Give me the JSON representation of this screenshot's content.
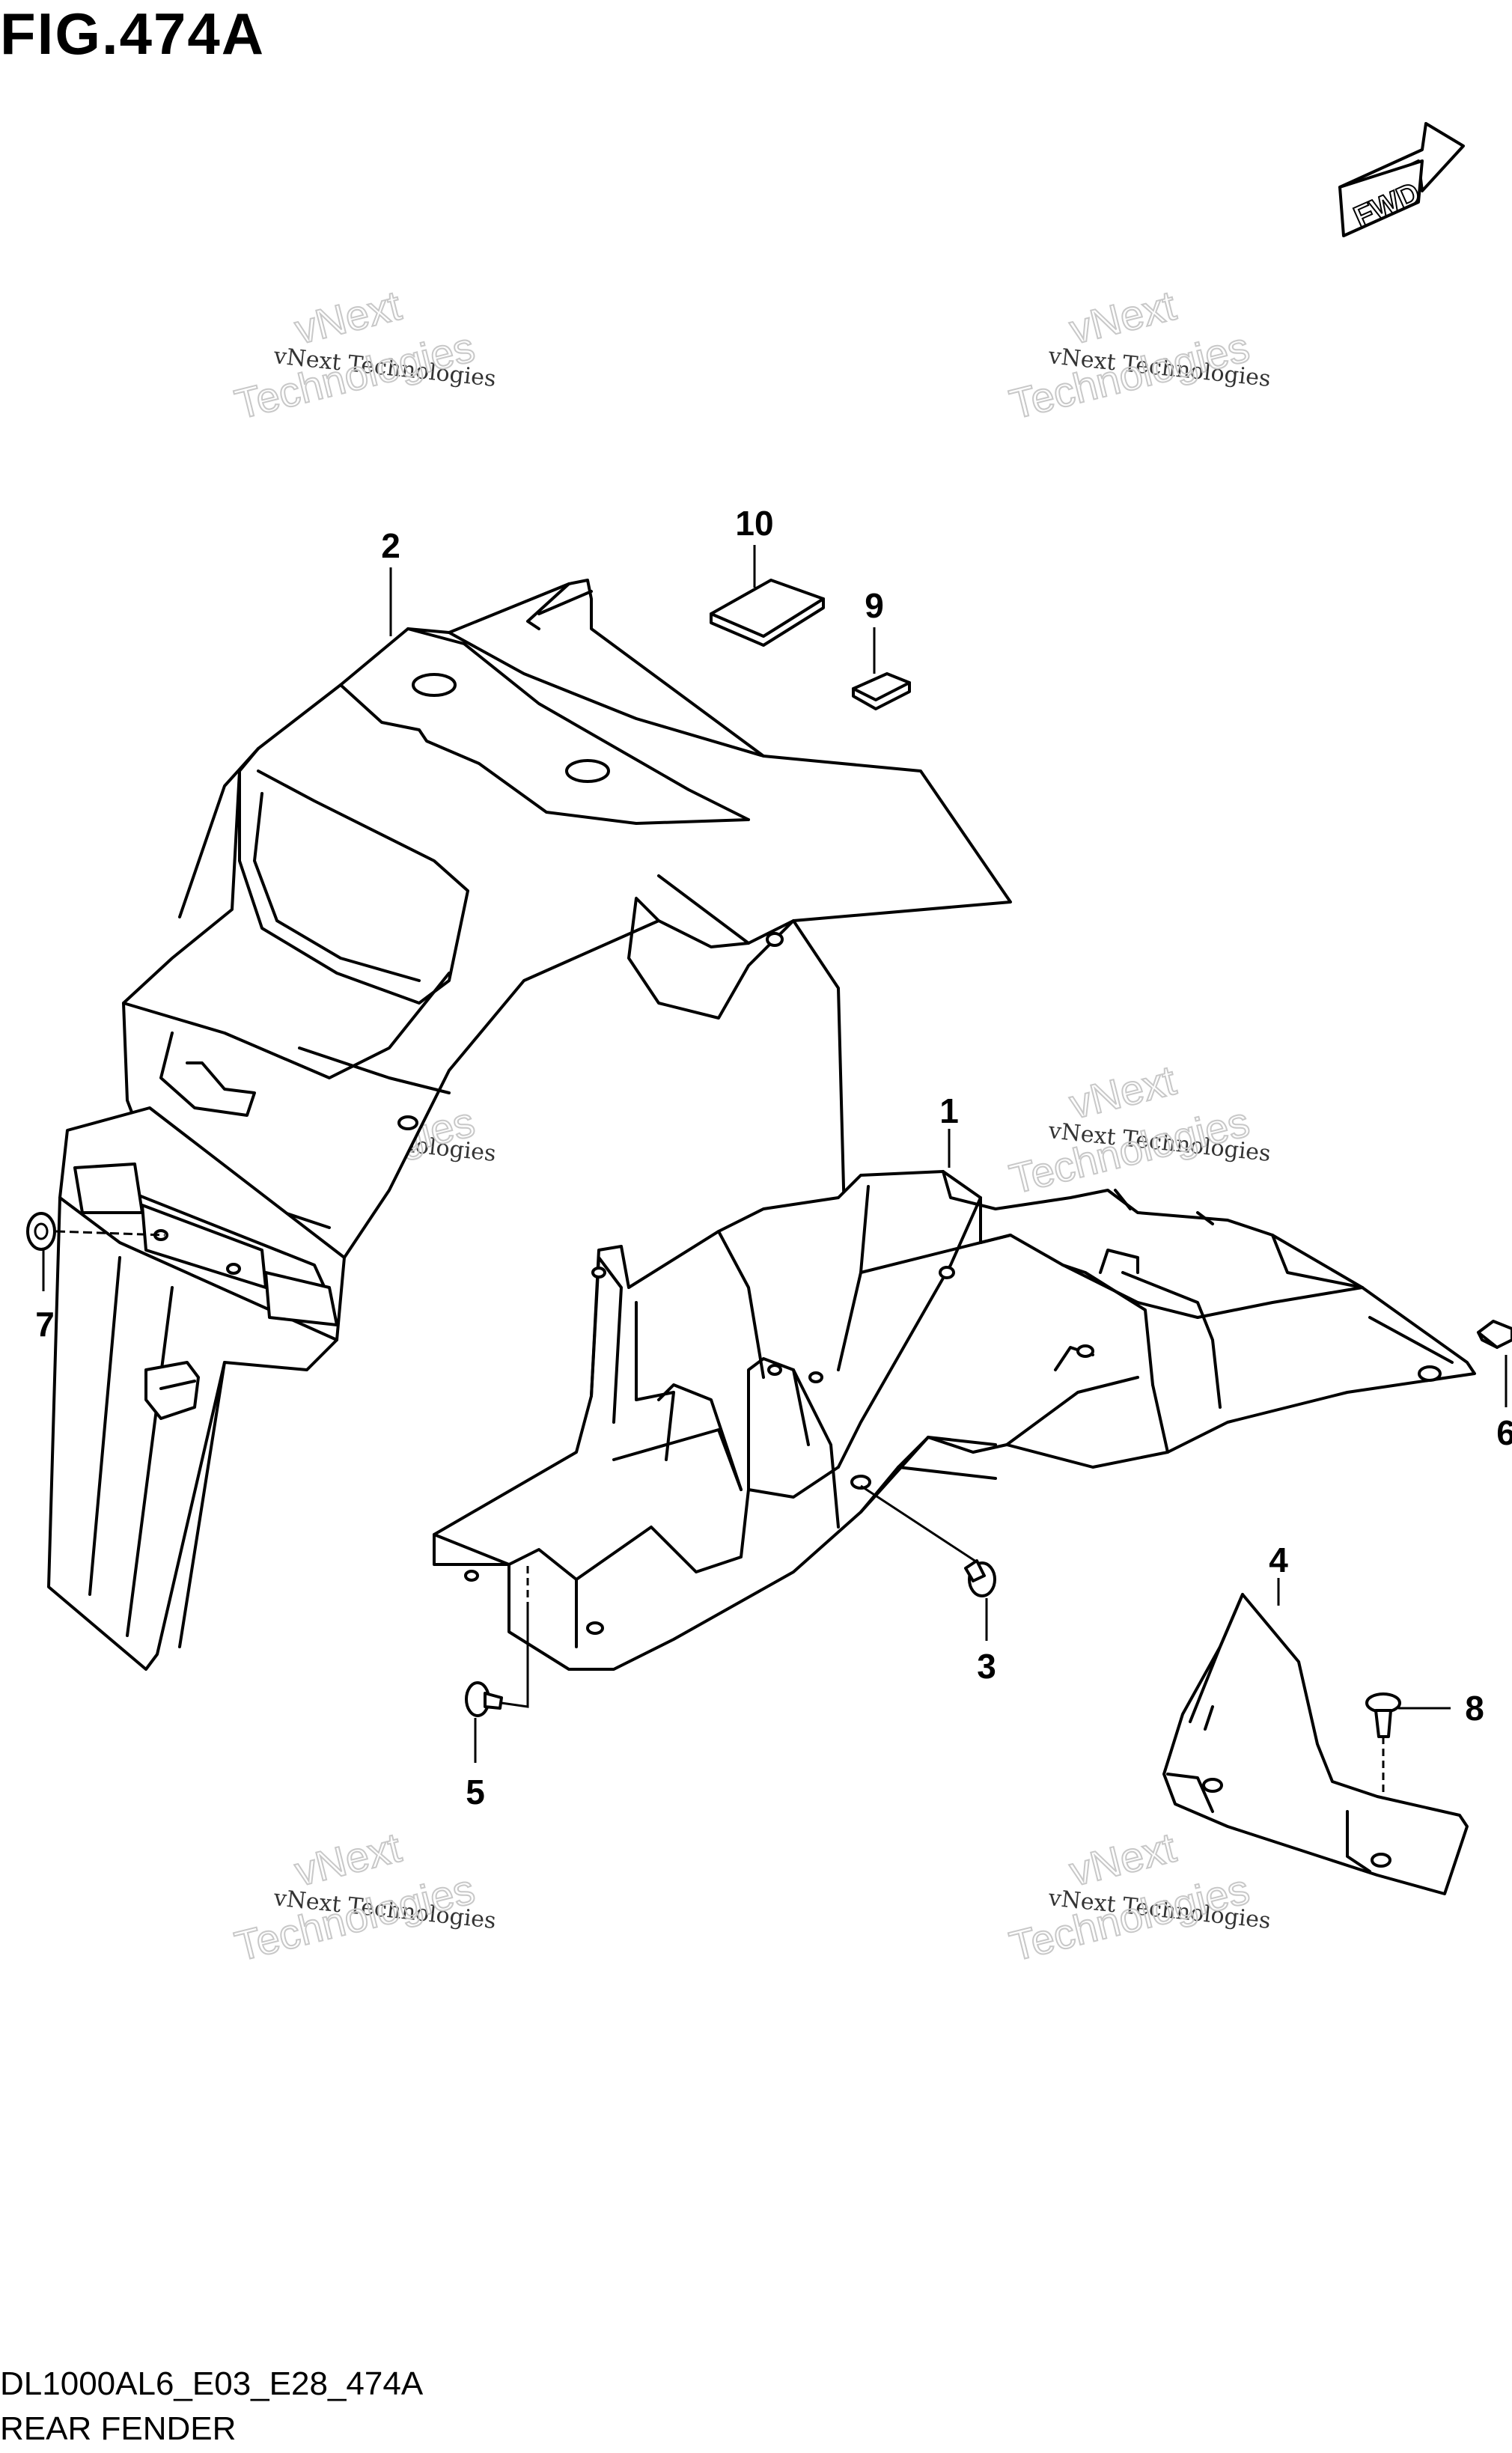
{
  "figure": {
    "title": "FIG.474A",
    "code": "DL1000AL6_E03_E28_474A",
    "name": "REAR FENDER"
  },
  "direction_badge": "FWD",
  "watermark": {
    "line1": "vNext Technologies",
    "line2": "vNext",
    "line3": "Technologies"
  },
  "callouts": {
    "c1": "1",
    "c2": "2",
    "c3": "3",
    "c4": "4",
    "c5": "5",
    "c6": "6",
    "c7": "7",
    "c8": "8",
    "c9": "9",
    "c10": "10"
  }
}
